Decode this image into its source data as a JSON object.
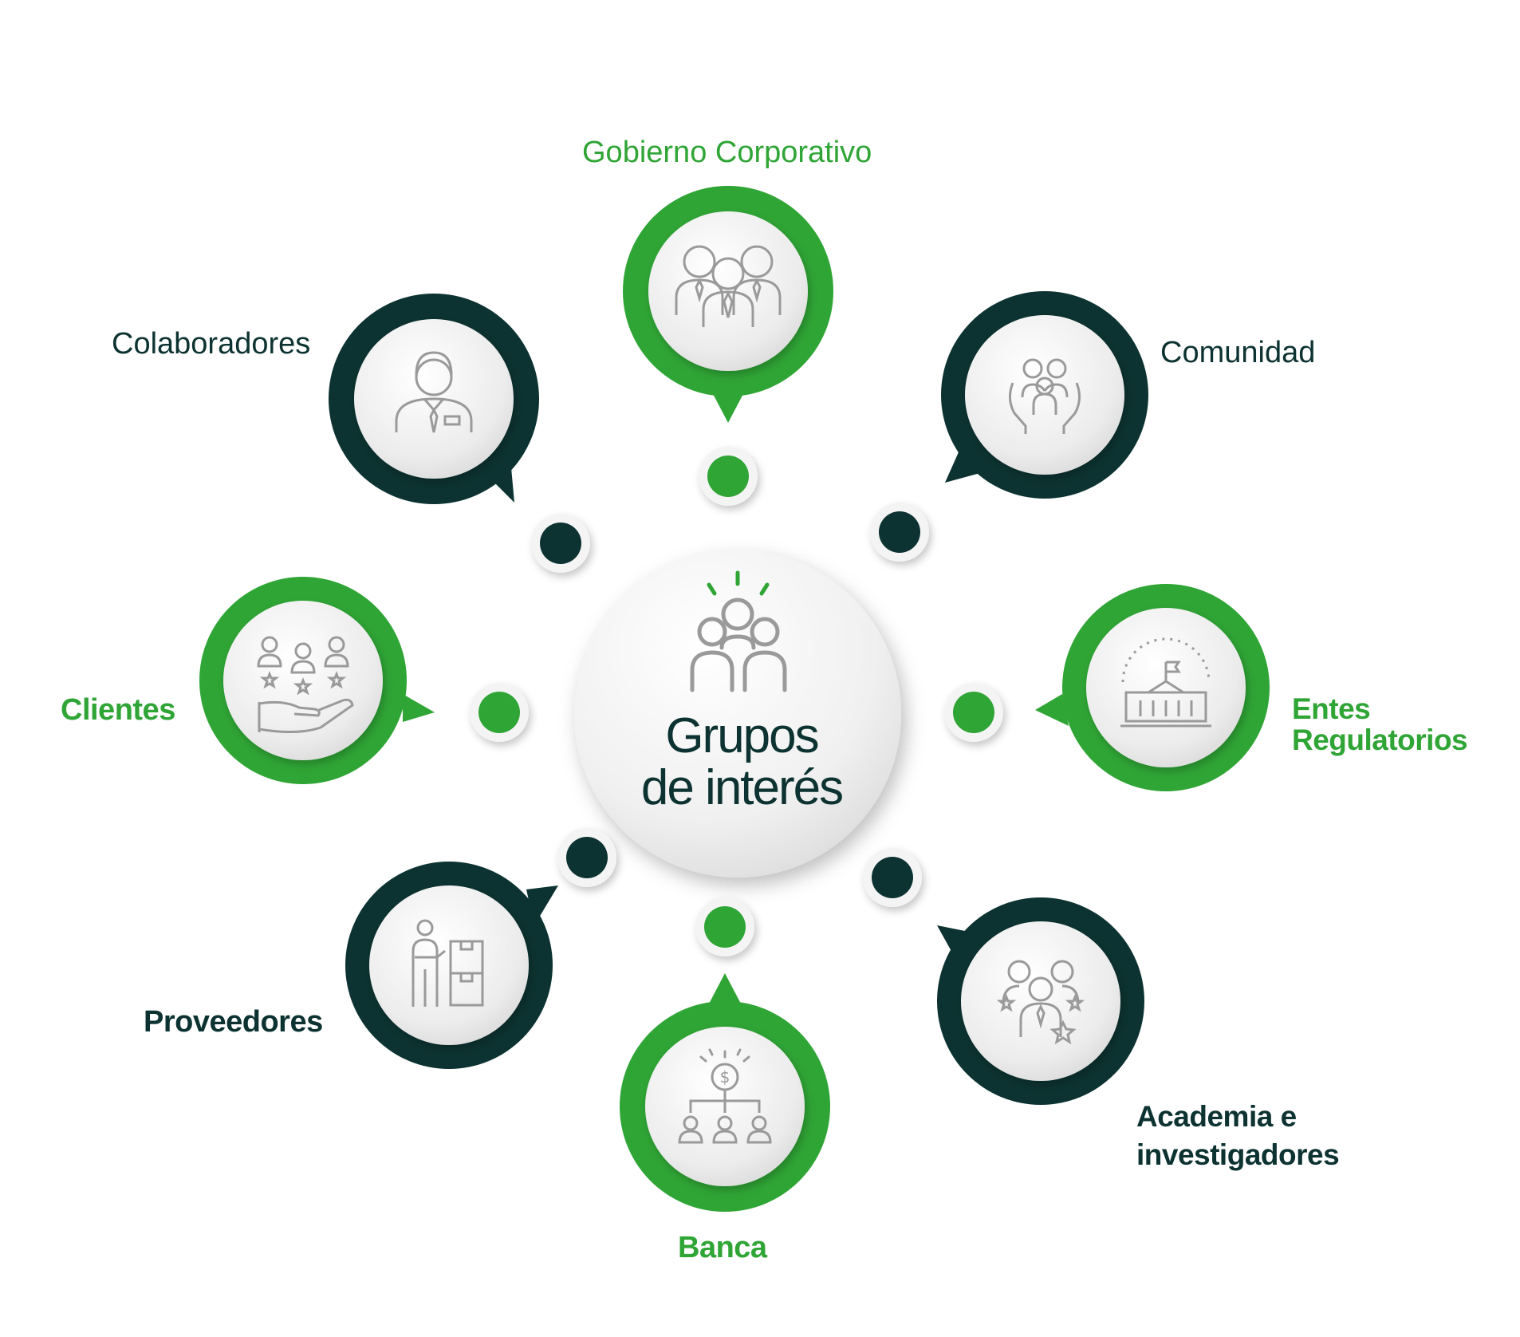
{
  "colors": {
    "green": "#2fa535",
    "dark": "#0c3331",
    "icon_stroke": "#9a9a9a",
    "disc": "#efefef"
  },
  "center": {
    "title_line1": "Grupos",
    "title_line2": "de interés",
    "icon": "people-group-icon"
  },
  "groups": [
    {
      "id": "gobierno",
      "label": "Gobierno Corporativo",
      "color": "green",
      "icon": "board-executives-icon"
    },
    {
      "id": "comunidad",
      "label": "Comunidad",
      "color": "dark",
      "icon": "community-hands-icon"
    },
    {
      "id": "entes",
      "label_line1": "Entes",
      "label_line2": "Regulatorios",
      "color": "green",
      "icon": "government-building-icon"
    },
    {
      "id": "academia",
      "label_line1": "Academia e",
      "label_line2": "investigadores",
      "color": "dark",
      "icon": "academics-star-icon"
    },
    {
      "id": "banca",
      "label": "Banca",
      "color": "green",
      "icon": "money-hierarchy-icon"
    },
    {
      "id": "proveedores",
      "label": "Proveedores",
      "color": "dark",
      "icon": "supplier-boxes-icon"
    },
    {
      "id": "clientes",
      "label": "Clientes",
      "color": "green",
      "icon": "hand-customers-stars-icon"
    },
    {
      "id": "colaboradores",
      "label": "Colaboradores",
      "color": "dark",
      "icon": "employee-icon"
    }
  ]
}
